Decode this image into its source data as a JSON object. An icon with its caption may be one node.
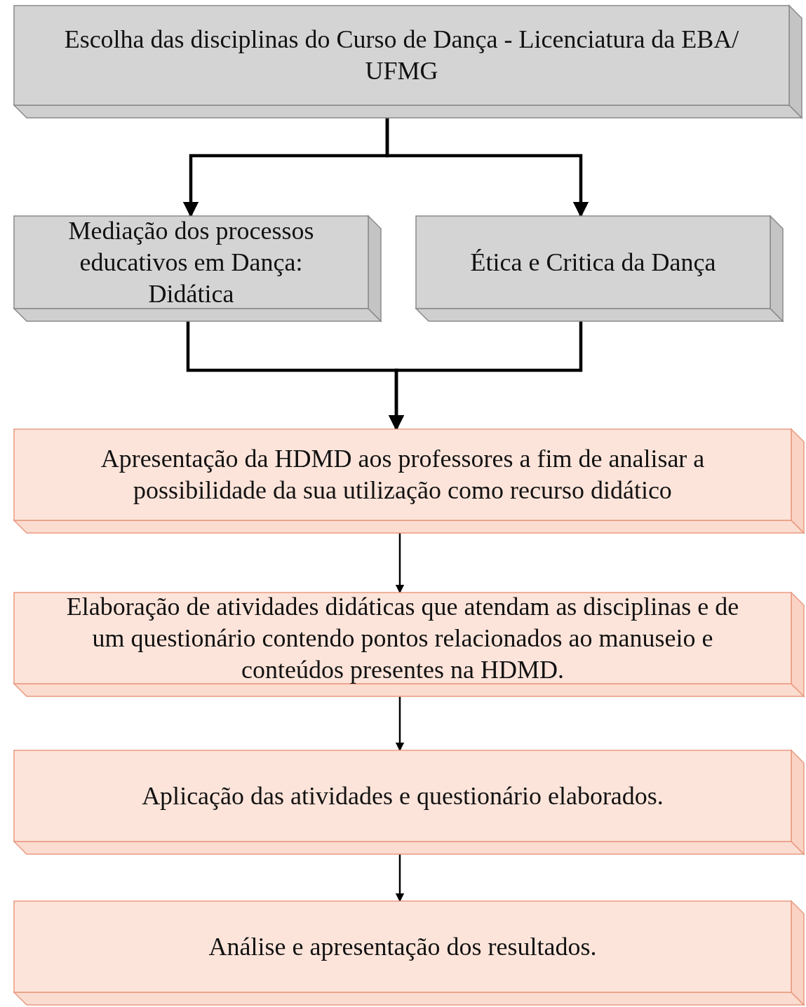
{
  "diagram": {
    "nodes": [
      {
        "text": [
          "Escolha das disciplinas do Curso de Dança - Licenciatura da EBA/ UFMG"
        ]
      },
      {
        "text": [
          "Mediação dos processos educativos em Dança: Didática"
        ]
      },
      {
        "text": [
          "Ética e Critica da Dança"
        ]
      },
      {
        "text": [
          "Apresentação da HDMD aos professores a fim de analisar a possibilidade da sua utilização como recurso didático"
        ]
      },
      {
        "text": [
          "Elaboração de atividades didáticas que atendam as disciplinas e de um questionário contendo pontos relacionados ao manuseio e conteúdos presentes na HDMD."
        ]
      },
      {
        "text": [
          "Aplicação das atividades e questionário elaborados."
        ]
      },
      {
        "text": [
          "Análise e apresentação dos resultados."
        ]
      }
    ],
    "edges": [
      {
        "from": 0,
        "to": 1,
        "arrow": "to"
      },
      {
        "from": 0,
        "to": 2,
        "arrow": "to"
      },
      {
        "from": 1,
        "to": 3,
        "arrow": "to"
      },
      {
        "from": 2,
        "to": 3,
        "arrow": "to"
      },
      {
        "from": 3,
        "to": 4,
        "arrow": "to"
      },
      {
        "from": 4,
        "to": 5,
        "arrow": "to"
      },
      {
        "from": 5,
        "to": 6,
        "arrow": "to"
      }
    ]
  }
}
